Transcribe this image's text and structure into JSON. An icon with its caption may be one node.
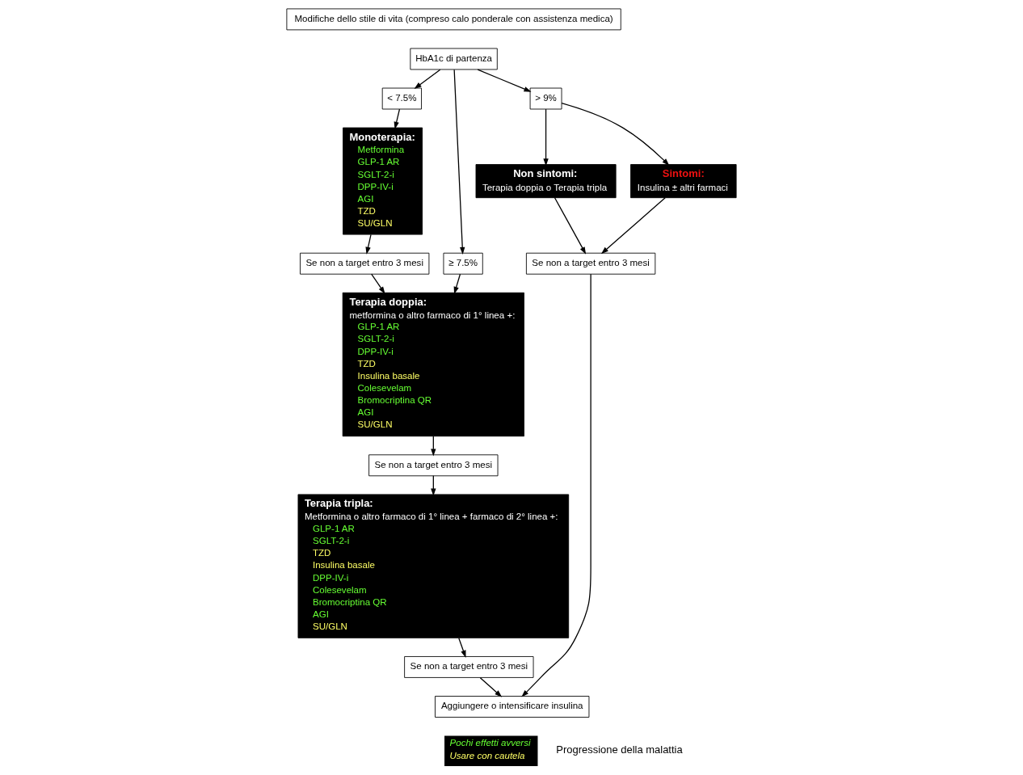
{
  "diagram": {
    "nodes": [
      {
        "text": [
          "Modifiche dello stile di vita (compreso calo ponderale con assistenza medica)"
        ]
      },
      {
        "text": [
          "HbA1c di partenza"
        ]
      },
      {
        "text": [
          "< 7.5%"
        ]
      },
      {
        "text": [
          "≥ 7.5%"
        ]
      },
      {
        "text": [
          "> 9%"
        ]
      },
      {
        "text": [
          "Monoterapia:",
          "Metformina",
          "GLP-1 AR",
          "SGLT-2-i",
          "DPP-IV-i",
          "AGI",
          "TZD",
          "SU/GLN"
        ]
      },
      {
        "text": [
          "Terapia doppia:",
          "metformina o altro farmaco di 1° linea +:",
          "GLP-1 AR",
          "SGLT-2-i",
          "DPP-IV-i",
          "TZD",
          "Insulina basale",
          "Colesevelam",
          "Bromocriptina QR",
          "AGI",
          "SU/GLN"
        ]
      },
      {
        "text": [
          "Terapia tripla:",
          "Metformina o altro farmaco di 1° linea + farmaco di 2° linea +:",
          "GLP-1 AR",
          "SGLT-2-i",
          "TZD",
          "Insulina basale",
          "DPP-IV-i",
          "Colesevelam",
          "Bromocriptina QR",
          "AGI",
          "SU/GLN"
        ]
      },
      {
        "text": [
          "Non sintomi:",
          "Terapia doppia o Terapia tripla"
        ]
      },
      {
        "text": [
          "Sintomi:",
          "Insulina ± altri farmaci"
        ]
      },
      {
        "text": [
          "Se non a target entro 3 mesi"
        ]
      },
      {
        "text": [
          "Se non a target entro 3 mesi"
        ]
      },
      {
        "text": [
          "Se non a target entro 3 mesi"
        ]
      },
      {
        "text": [
          "Se non a target entro 3 mesi"
        ]
      },
      {
        "text": [
          "Aggiungere o intensificare insulina"
        ]
      }
    ],
    "edges": [
      {
        "from": 1,
        "to": 2,
        "arrow": "to"
      },
      {
        "from": 1,
        "to": 3,
        "arrow": "to"
      },
      {
        "from": 1,
        "to": 4,
        "arrow": "to"
      },
      {
        "from": 2,
        "to": 5,
        "arrow": "to"
      },
      {
        "from": 3,
        "to": 6,
        "arrow": "to"
      },
      {
        "from": 4,
        "to": 8,
        "arrow": "to"
      },
      {
        "from": 4,
        "to": 9,
        "arrow": "to"
      },
      {
        "from": 5,
        "to": 10,
        "arrow": "to"
      },
      {
        "from": 10,
        "to": 6,
        "arrow": "to"
      },
      {
        "from": 6,
        "to": 11,
        "arrow": "to"
      },
      {
        "from": 11,
        "to": 7,
        "arrow": "to"
      },
      {
        "from": 7,
        "to": 12,
        "arrow": "to"
      },
      {
        "from": 12,
        "to": 14,
        "arrow": "to"
      },
      {
        "from": 8,
        "to": 13,
        "arrow": "to"
      },
      {
        "from": 9,
        "to": 13,
        "arrow": "to"
      },
      {
        "from": 13,
        "to": 14,
        "arrow": "to"
      }
    ],
    "labels": [
      "Progressione della malattia"
    ],
    "legend": [
      {
        "text": "Pochi effetti avversi",
        "color": "#66ff33"
      },
      {
        "text": "Usare con cautela",
        "color": "#ffff66"
      }
    ]
  }
}
